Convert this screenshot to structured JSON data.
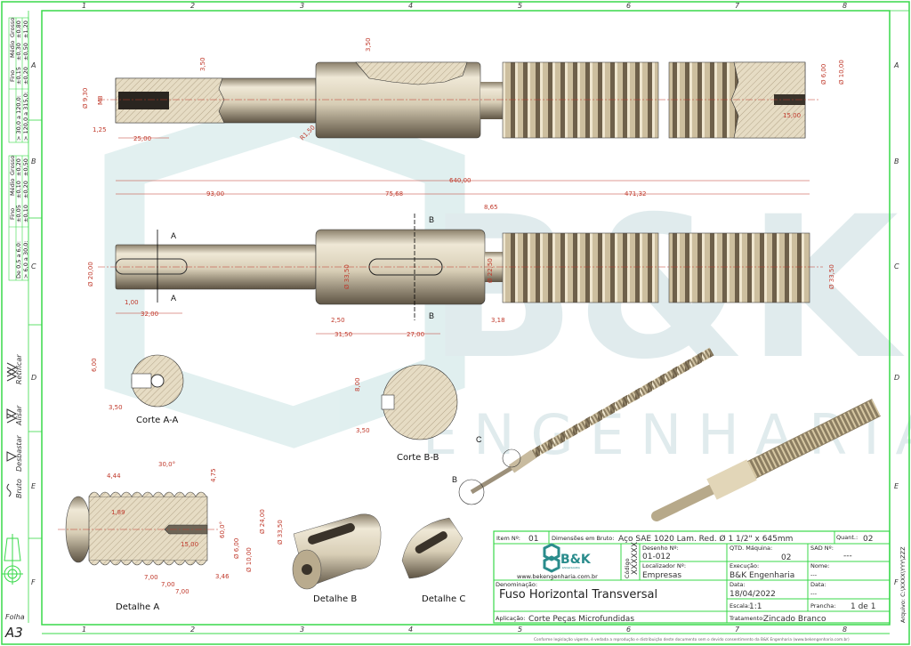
{
  "sheet": {
    "columns": [
      "1",
      "2",
      "3",
      "4",
      "5",
      "6",
      "7",
      "8"
    ],
    "rows": [
      "A",
      "B",
      "C",
      "D",
      "E",
      "F"
    ],
    "folha_label": "Folha",
    "folha": "A3",
    "arquivo": "Arquivo: C:\\XXXX\\YYY\\ZZZ",
    "footer": "Conforme legislação vigente, é vedada a reprodução e distribuição deste documento sem o devido consentimento da B&K Engenharia (www.bekengenharia.com.br)"
  },
  "watermark": {
    "brand": "B&K",
    "sub": "ENGENHARIA"
  },
  "tolerance_tables": [
    {
      "headers": [
        "Fino",
        "Médio",
        "Grosso"
      ],
      "rows": [
        {
          "range": "> 30,0 a 120,0:",
          "values": [
            "±0,15",
            "±0,30",
            "±0,80"
          ]
        },
        {
          "range": "> 120,0 a 315,0:",
          "values": [
            "±0,20",
            "±0,50",
            "±1,20"
          ]
        }
      ]
    },
    {
      "headers": [
        "Fino",
        "Médio",
        "Grosso"
      ],
      "rows": [
        {
          "range": "De 0,5 a 6,0:",
          "values": [
            "±0,05",
            "±0,10",
            "±0,20"
          ]
        },
        {
          "range": "> 6,0 a 30,0:",
          "values": [
            "±0,10",
            "±0,20",
            "±0,50"
          ]
        }
      ]
    }
  ],
  "finish_symbols": [
    {
      "icon": "triple-triangle",
      "label": "Retificar"
    },
    {
      "icon": "double-triangle",
      "label": "Alisar"
    },
    {
      "icon": "single-triangle",
      "label": "Desbastar"
    },
    {
      "icon": "tilde",
      "label": "Bruto"
    }
  ],
  "dims_top": {
    "m8": "M8",
    "d930": "Ø 9,30",
    "d125": "1,25",
    "d25": "25,00",
    "d350a": "3,50",
    "d350b": "3,50",
    "r150": "R1,50",
    "d6": "Ø 6,00",
    "d10": "Ø 10,00",
    "d15": "15,00"
  },
  "dims_mid": {
    "total": "640,00",
    "d93": "93,00",
    "d7568": "75,68",
    "d47132": "471,32",
    "d865": "8,65",
    "d20": "Ø 20,00",
    "d3350": "Ø 33,50",
    "d2250": "Ø 22,50",
    "d3350b": "Ø 33,50",
    "d100": "1,00",
    "d32": "32,00",
    "d250": "2,50",
    "d3150": "31,50",
    "d27": "27,00",
    "d318": "3,18",
    "secA": "A",
    "secB": "B"
  },
  "section_aa": {
    "title": "Corte A-A",
    "d6": "6,00",
    "d350": "3,50"
  },
  "section_bb": {
    "title": "Corte B-B",
    "d8": "8,00",
    "d350": "3,50"
  },
  "detail_a": {
    "title": "Detalhe A",
    "d444": "4,44",
    "d30": "30,0°",
    "d475": "4,75",
    "d189": "1,89",
    "d60": "60,0°",
    "d24": "Ø 24,00",
    "d3350": "Ø 33,50",
    "d6": "Ø 6,00",
    "d10": "Ø 10,00",
    "d15": "15,00",
    "d7a": "7,00",
    "d7b": "7,00",
    "d7c": "7,00",
    "d346": "3,46"
  },
  "detail_b": {
    "title": "Detalhe B"
  },
  "detail_c": {
    "title": "Detalhe C"
  },
  "iso_callouts": {
    "b": "B",
    "c": "C"
  },
  "title_block": {
    "item_label": "Item Nº:",
    "item": "01",
    "bruto_label": "Dimensões em Bruto:",
    "bruto": "Aço SAE 1020 Lam. Red. Ø 1 1/2\" x 645mm",
    "quant_label": "Quant.:",
    "quant": "02",
    "logo_text": "B&K",
    "logo_sub": "ENGENHARIA",
    "website": "www.bekengenharia.com.br",
    "codigo_label": "Código",
    "codigo": "XXXXXX",
    "desenho_label": "Desenho Nº:",
    "desenho": "01-012",
    "localizador_label": "Localizador Nº:",
    "localizador": "Empresas",
    "qtd_label": "QTD. Máquina:",
    "qtd": "02",
    "sad_label": "SAD Nº:",
    "sad": "---",
    "execucao_label": "Execução:",
    "execucao": "B&K Engenharia",
    "nome_label": "Nome:",
    "nome": "---",
    "denominacao_label": "Denominação:",
    "denominacao": "Fuso Horizontal Transversal",
    "data_label": "Data:",
    "data": "18/04/2022",
    "data2_label": "Data:",
    "data2": "---",
    "escala_label": "Escala:",
    "escala": "1:1",
    "prancha_label": "Prancha:",
    "prancha": "1 de 1",
    "aplicacao_label": "Aplicação:",
    "aplicacao": "Corte Peças Microfundidas",
    "tratamento_label": "Tratamento:",
    "tratamento": "Zincado Branco"
  },
  "colors": {
    "frame": "#39d94a",
    "dimension": "#c0392b",
    "steel": "#d9cfb8",
    "brand": "#2a8c8c"
  }
}
